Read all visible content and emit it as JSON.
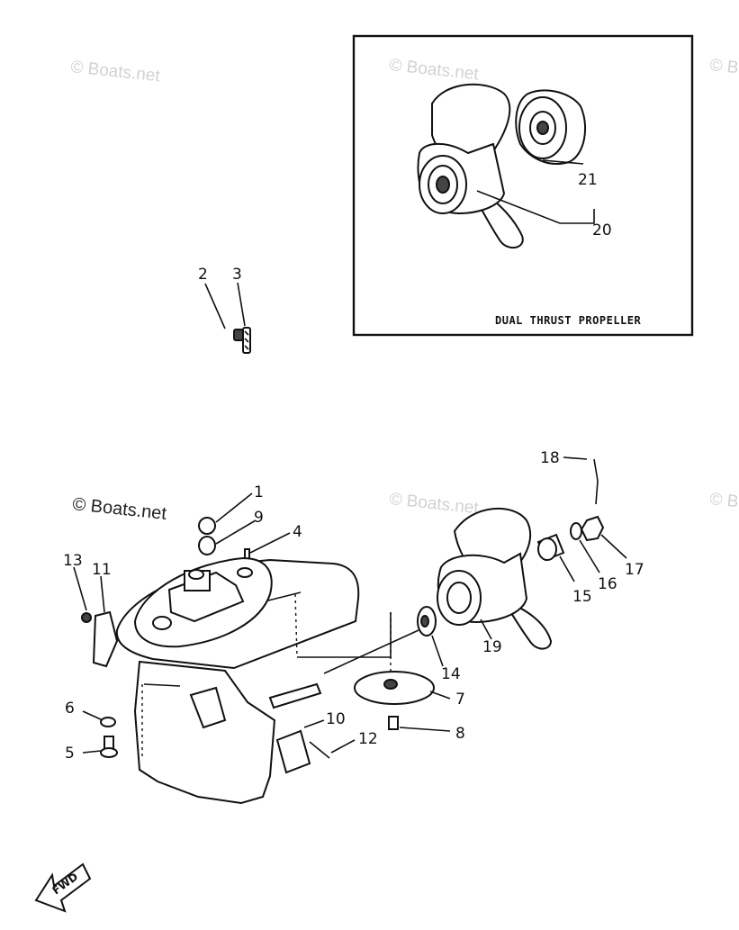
{
  "watermarks": [
    "© Boats.net",
    "© Boats.net",
    "© B",
    "© Boats.net",
    "© Boats.net",
    "© B"
  ],
  "inset": {
    "caption": "DUAL THRUST PROPELLER"
  },
  "callouts": {
    "1": "1",
    "2": "2",
    "3": "3",
    "4": "4",
    "5": "5",
    "6": "6",
    "7": "7",
    "8": "8",
    "9": "9",
    "10": "10",
    "11": "11",
    "12": "12",
    "13": "13",
    "14": "14",
    "15": "15",
    "16": "16",
    "17": "17",
    "18": "18",
    "19": "19",
    "20": "20",
    "21": "21"
  },
  "fwd_label": "FWD"
}
